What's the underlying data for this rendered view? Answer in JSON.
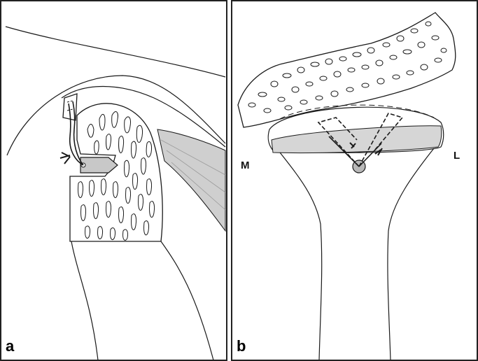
{
  "figure": {
    "panel_a": {
      "label": "a"
    },
    "panel_b": {
      "label": "b",
      "medial_label": "M",
      "lateral_label": "L"
    }
  },
  "colors": {
    "line": "#1a1a1a",
    "frame": "#222222",
    "shade": "#c8c8c8",
    "background": "#ffffff"
  }
}
